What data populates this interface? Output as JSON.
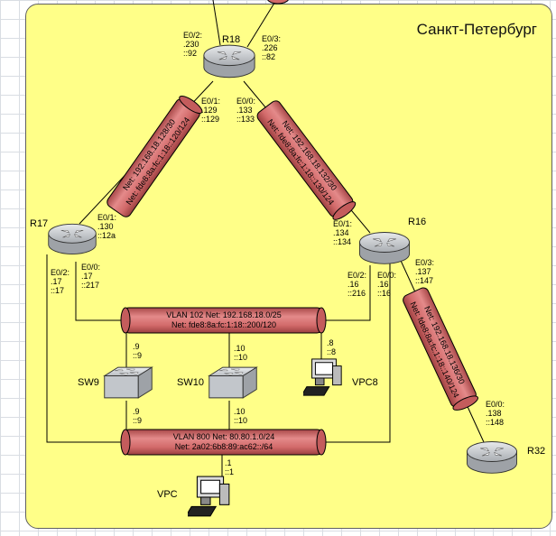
{
  "region": {
    "title": "Санкт-Петербург"
  },
  "devices": {
    "r18": "R18",
    "r17": "R17",
    "r16": "R16",
    "r32": "R32",
    "sw9": "SW9",
    "sw10": "SW10",
    "vpc8": "VPC8",
    "vpc": "VPC"
  },
  "interfaces": {
    "r18_e02": "E0/2:\n.230\n::92",
    "r18_e03": "E0/3:\n.226\n::82",
    "r18_e01": "E0/1:\n.129\n::129",
    "r18_e00": "E0/0:\n.133\n::133",
    "r17_e01": "E0/1:\n.130\n::12a",
    "r17_e02": "E0/2:\n.17\n::17",
    "r17_e00": "E0/0:\n.17\n::217",
    "r16_e01": "E0/1:\n.134\n::134",
    "r16_e02": "E0/2:\n.16\n::216",
    "r16_e00": "E0/0:\n.16\n::16",
    "r16_e03": "E0/3:\n.137\n::147",
    "r32_e00": "E0/0:\n.138\n::148",
    "sw9_up": ".9\n::9",
    "sw9_down": ".9\n::9",
    "sw10_up": ".10\n::10",
    "sw10_down": ".10\n::10",
    "vpc8": ".8\n::8",
    "vpc": ".1\n::1"
  },
  "networks": {
    "r18_r17": {
      "line1": "Net: 192.168.18.128/30",
      "line2": "Net: fde8:8a:fc:1:18::120/124"
    },
    "r18_r16": {
      "line1": "Net: 192.168.18.132/30",
      "line2": "Net: fde8:8a:fc:1:18::130/124"
    },
    "r16_r32": {
      "line1": "Net: 192.168.18.136/30",
      "line2": "Net: fde8:8a:fc:1:18::140/124"
    },
    "vlan102": {
      "line1": "VLAN 102 Net: 192.168.18.0/25",
      "line2": "Net: fde8:8a:fc:1:18::200/120"
    },
    "vlan800": {
      "line1": "VLAN 800 Net: 80.80.1.0/24",
      "line2": "Net: 2a02:6b8:89:ac62::/64"
    }
  },
  "colors": {
    "tube": "#d26a6a",
    "tube_dark": "#a84848",
    "router": "#bfc3c8",
    "region": "#ffff88"
  }
}
